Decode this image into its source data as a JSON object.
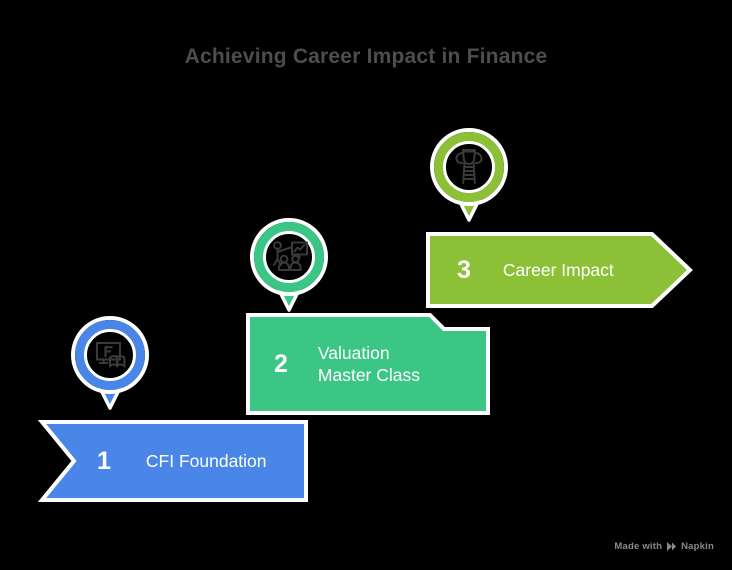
{
  "title": "Achieving Career Impact in Finance",
  "background_color": "#000000",
  "title_color": "#4d4d4d",
  "steps": [
    {
      "number": "1",
      "label": "CFI Foundation",
      "color": "#4a86e8",
      "shape": "chevron-left-point",
      "icon": "whiteboard-book-icon",
      "icon_name": "finance-foundation-icon"
    },
    {
      "number": "2",
      "label": "Valuation\nMaster Class",
      "color": "#3cc685",
      "shape": "rectangle-notched",
      "icon": "presenter-board-students-icon",
      "icon_name": "valuation-class-icon"
    },
    {
      "number": "3",
      "label": "Career Impact",
      "color": "#8cc036",
      "shape": "arrow-right-point",
      "icon": "trophy-ladder-icon",
      "icon_name": "career-impact-icon"
    }
  ],
  "watermark": {
    "prefix": "Made with",
    "brand": "Napkin",
    "color": "#8a8a8a"
  }
}
